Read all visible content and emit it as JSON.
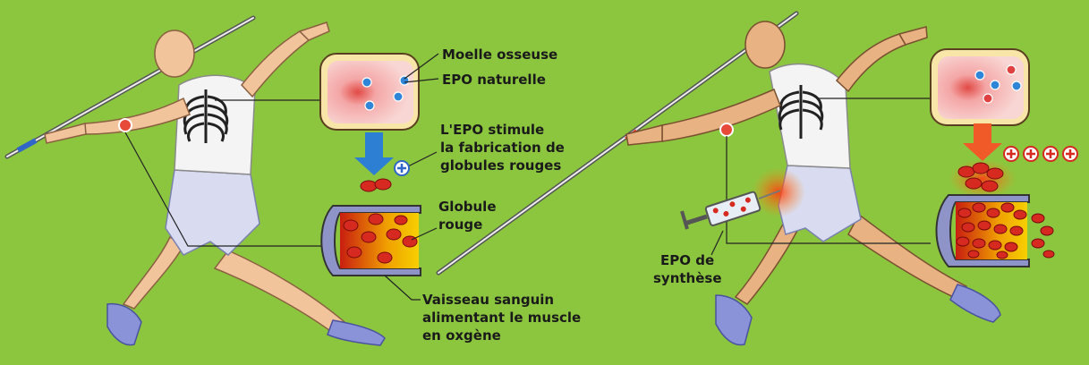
{
  "colors": {
    "background": "#8cc63f",
    "skin": "#f2c49b",
    "shirt": "#f4f4f4",
    "shorts": "#d9dcf0",
    "shoes": "#8a92d8",
    "marrow_pink": "#f6c9c9",
    "marrow_red": "#e0524a",
    "blood_cell": "#d62a20",
    "vessel_inner": "#f0b800",
    "epo_blue": "#2f86d8",
    "arrow_blue": "#2d7fd4",
    "arrow_orange": "#f05a28"
  },
  "labels": {
    "marrow": "Moelle osseuse",
    "natural_epo": "EPO naturelle",
    "stimulation_line1": "L'EPO stimule",
    "stimulation_line2": "la fabrication de",
    "stimulation_line3": "globules rouges",
    "red_cell_line1": "Globule",
    "red_cell_line2": "rouge",
    "vessel_line1": "Vaisseau sanguin",
    "vessel_line2": "alimentant le muscle",
    "vessel_line3": "en oxgène",
    "synthetic_line1": "EPO de",
    "synthetic_line2": "synthèse"
  },
  "icons": {
    "plus": "plus-sign-icon",
    "syringe": "syringe-icon"
  }
}
